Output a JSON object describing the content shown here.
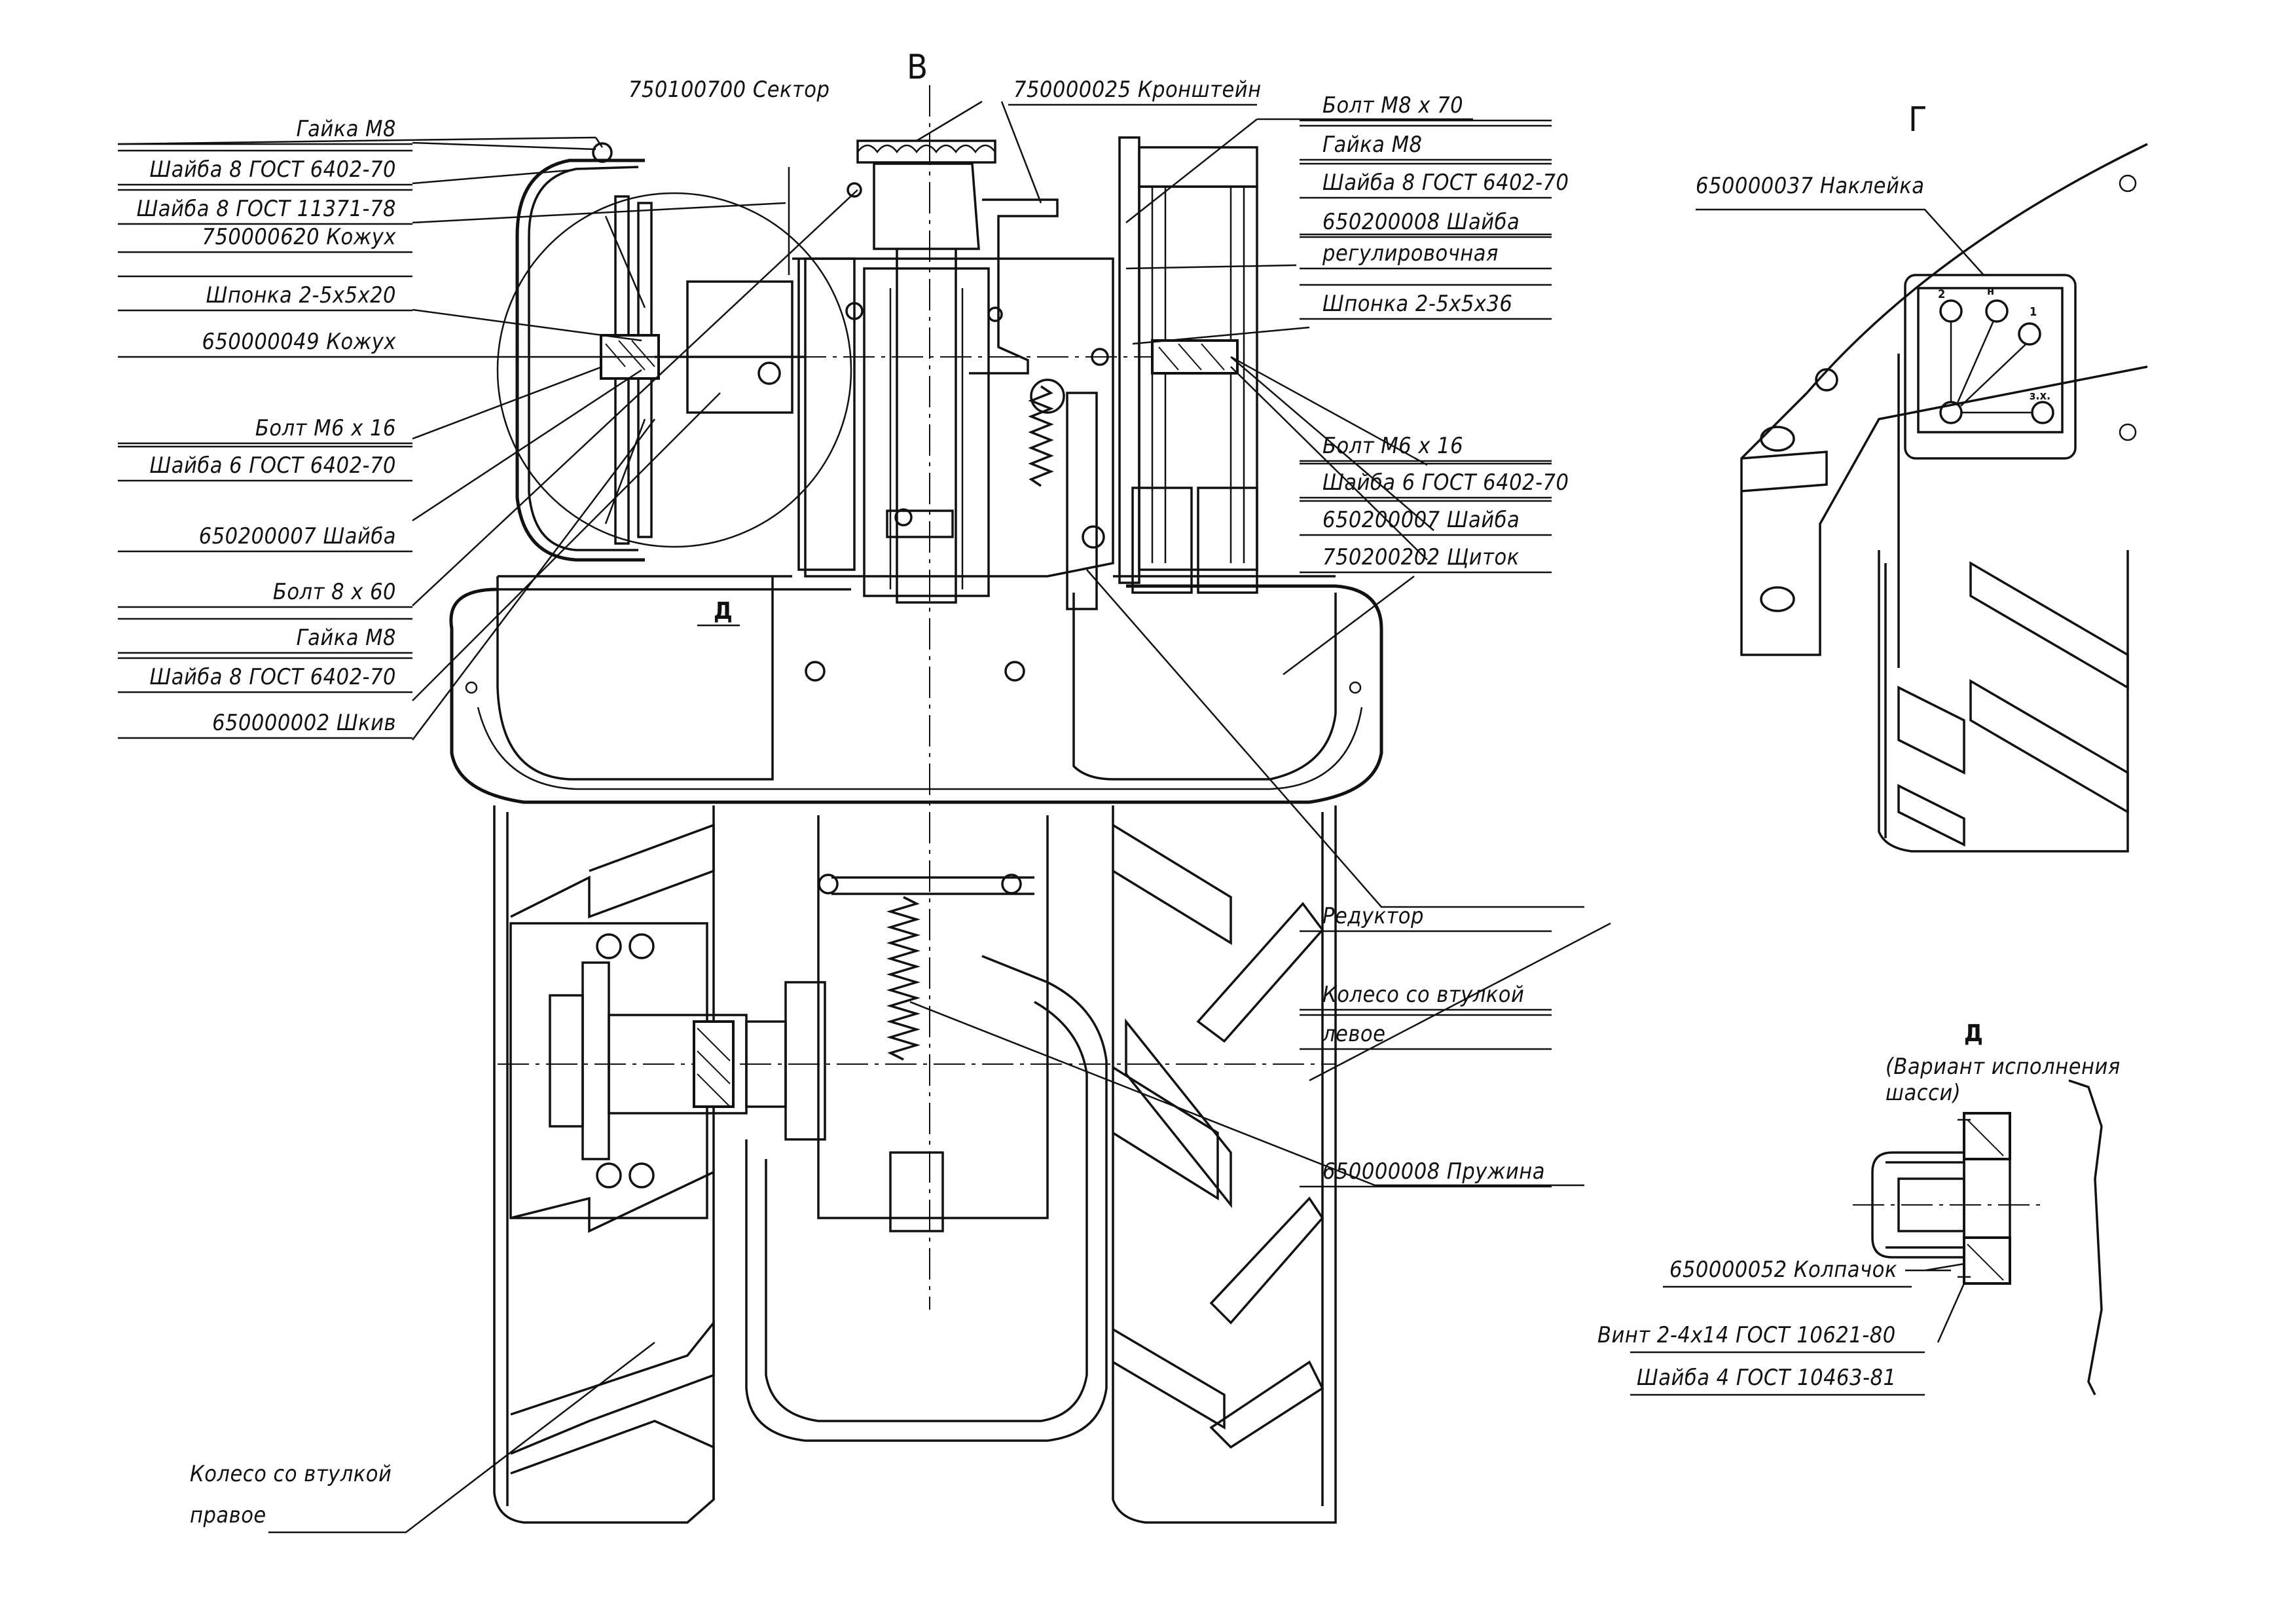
{
  "views": {
    "v": "В",
    "g": "Г",
    "d_main": "Д",
    "d_inset_title": "Д",
    "d_inset_caption": [
      "(Вариант исполнения",
      "шасси)"
    ]
  },
  "left_labels": [
    {
      "text": "Гайка М8",
      "underline": false
    },
    {
      "text": "Шайба 8 ГОСТ 6402-70",
      "underline": true
    },
    {
      "text": "Шайба 8 ГОСТ 11371-78",
      "underline": true
    },
    {
      "text": "750000620 Кожух",
      "underline": false
    },
    {
      "text": "Шпонка 2-5х5х20",
      "underline": true
    },
    {
      "text": "650000049 Кожух",
      "underline": false
    },
    {
      "text": "Болт М6 х 16",
      "underline": false
    },
    {
      "text": "Шайба 6 ГОСТ 6402-70",
      "underline": true
    },
    {
      "text": "650200007 Шайба",
      "underline": false
    },
    {
      "text": "Болт 8 х 60",
      "underline": false
    },
    {
      "text": "Гайка М8",
      "underline": true
    },
    {
      "text": "Шайба 8 ГОСТ 6402-70",
      "underline": true
    },
    {
      "text": "650000002 Шкив",
      "underline": false
    }
  ],
  "top_labels": {
    "sector": "750100700 Сектор",
    "bracket": "750000025 Кронштейн"
  },
  "right_labels": [
    {
      "text": "Болт М8 х 70",
      "underline": false
    },
    {
      "text": "Гайка М8",
      "underline": true
    },
    {
      "text": "Шайба 8 ГОСТ 6402-70",
      "underline": true
    },
    {
      "text": "650200008 Шайба",
      "underline": false
    },
    {
      "text": "регулировочная",
      "underline": true
    },
    {
      "text": "Шпонка 2-5х5х36",
      "underline": true
    },
    {
      "text": "Болт М6 х 16",
      "underline": false
    },
    {
      "text": "Шайба 6 ГОСТ 6402-70",
      "underline": true
    },
    {
      "text": "650200007 Шайба",
      "underline": true
    },
    {
      "text": "750200202 Щиток",
      "underline": false
    },
    {
      "text": "Редуктор",
      "underline": false
    },
    {
      "text": "Колесо со втулкой",
      "underline": false
    },
    {
      "text": "левое",
      "underline": true
    },
    {
      "text": "650000008 Пружина",
      "underline": false
    }
  ],
  "bottom_left_labels": [
    "Колесо со втулкой",
    "правое"
  ],
  "view_g": {
    "sticker_label": "650000037 Наклейка",
    "gear_marks": [
      "2",
      "н",
      "1",
      "з.х."
    ]
  },
  "view_d": {
    "cap_label": "650000052 Колпачок",
    "screw_label": "Винт 2-4х14 ГОСТ 10621-80",
    "washer_label": "Шайба 4 ГОСТ 10463-81"
  }
}
